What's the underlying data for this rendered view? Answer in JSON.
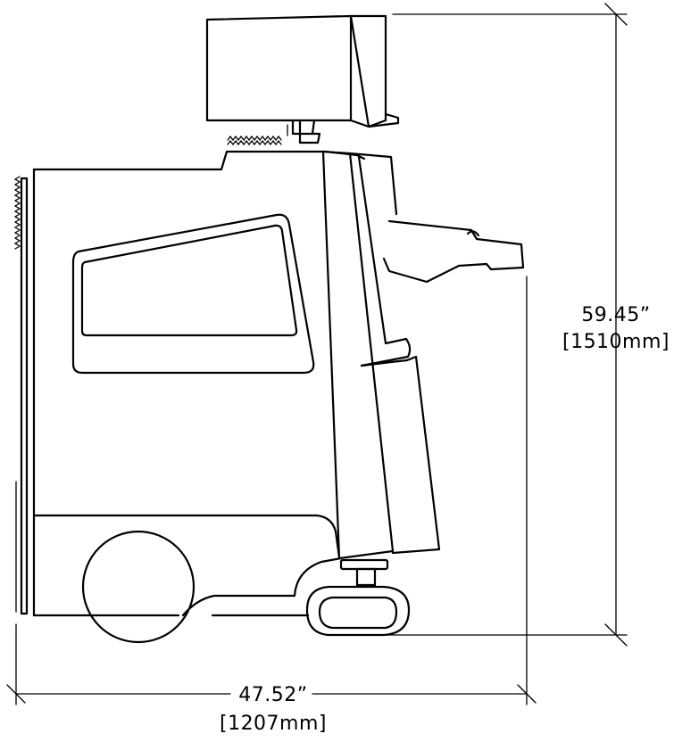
{
  "drawing": {
    "subject": "mobile cart side elevation"
  },
  "dimensions": {
    "height": {
      "inches": "59.45”",
      "millimeters": "[1510mm]"
    },
    "width": {
      "inches": "47.52”",
      "millimeters": "[1207mm]"
    }
  },
  "colors": {
    "line": "#000000",
    "background": "#ffffff"
  }
}
